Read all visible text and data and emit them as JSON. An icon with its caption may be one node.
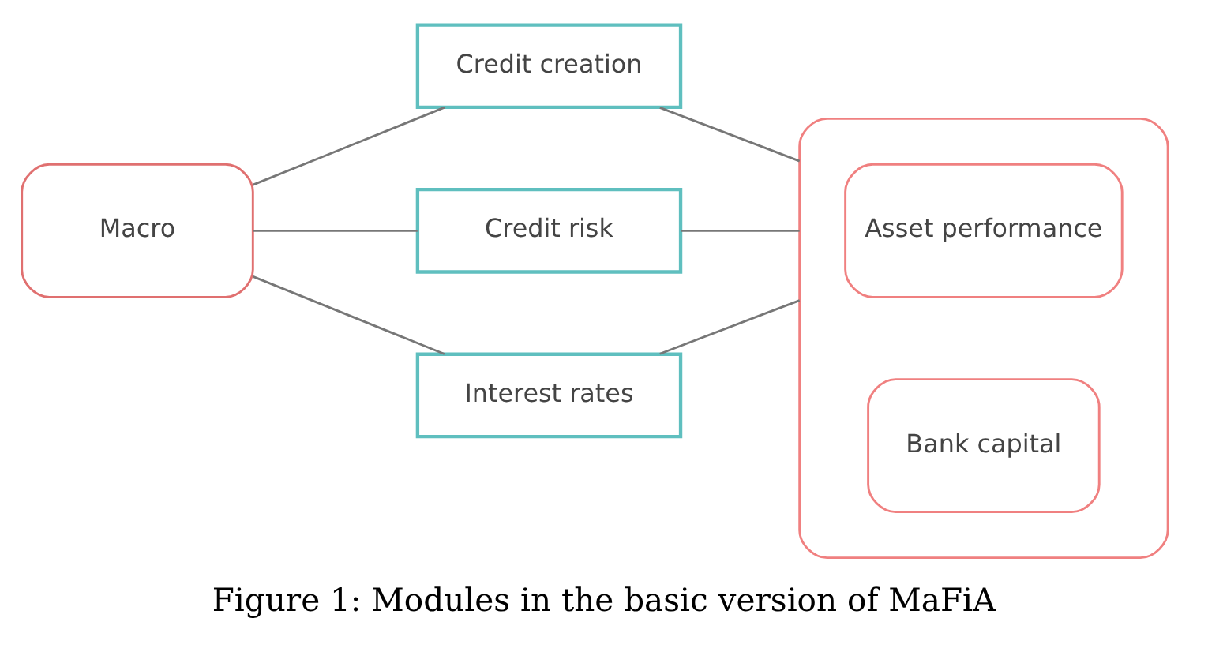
{
  "diagram": {
    "caption": "Figure 1: Modules in the basic version of MaFiA",
    "nodes": [
      {
        "text": [
          "Macro"
        ]
      },
      {
        "text": [
          "Credit creation"
        ]
      },
      {
        "text": [
          "Credit risk"
        ]
      },
      {
        "text": [
          "Interest rates"
        ]
      },
      {
        "text": [],
        "shape": "oval"
      },
      {
        "text": [
          "Asset performance"
        ],
        "in": 4
      },
      {
        "text": [
          "Bank capital"
        ],
        "in": 4
      }
    ],
    "edges": [
      {
        "from": 0,
        "to": 1,
        "arrow": "none"
      },
      {
        "from": 0,
        "to": 2,
        "arrow": "none"
      },
      {
        "from": 0,
        "to": 3,
        "arrow": "none"
      },
      {
        "from": 1,
        "to": 4,
        "arrow": "none"
      },
      {
        "from": 2,
        "to": 4,
        "arrow": "none"
      },
      {
        "from": 3,
        "to": 4,
        "arrow": "none"
      }
    ]
  }
}
